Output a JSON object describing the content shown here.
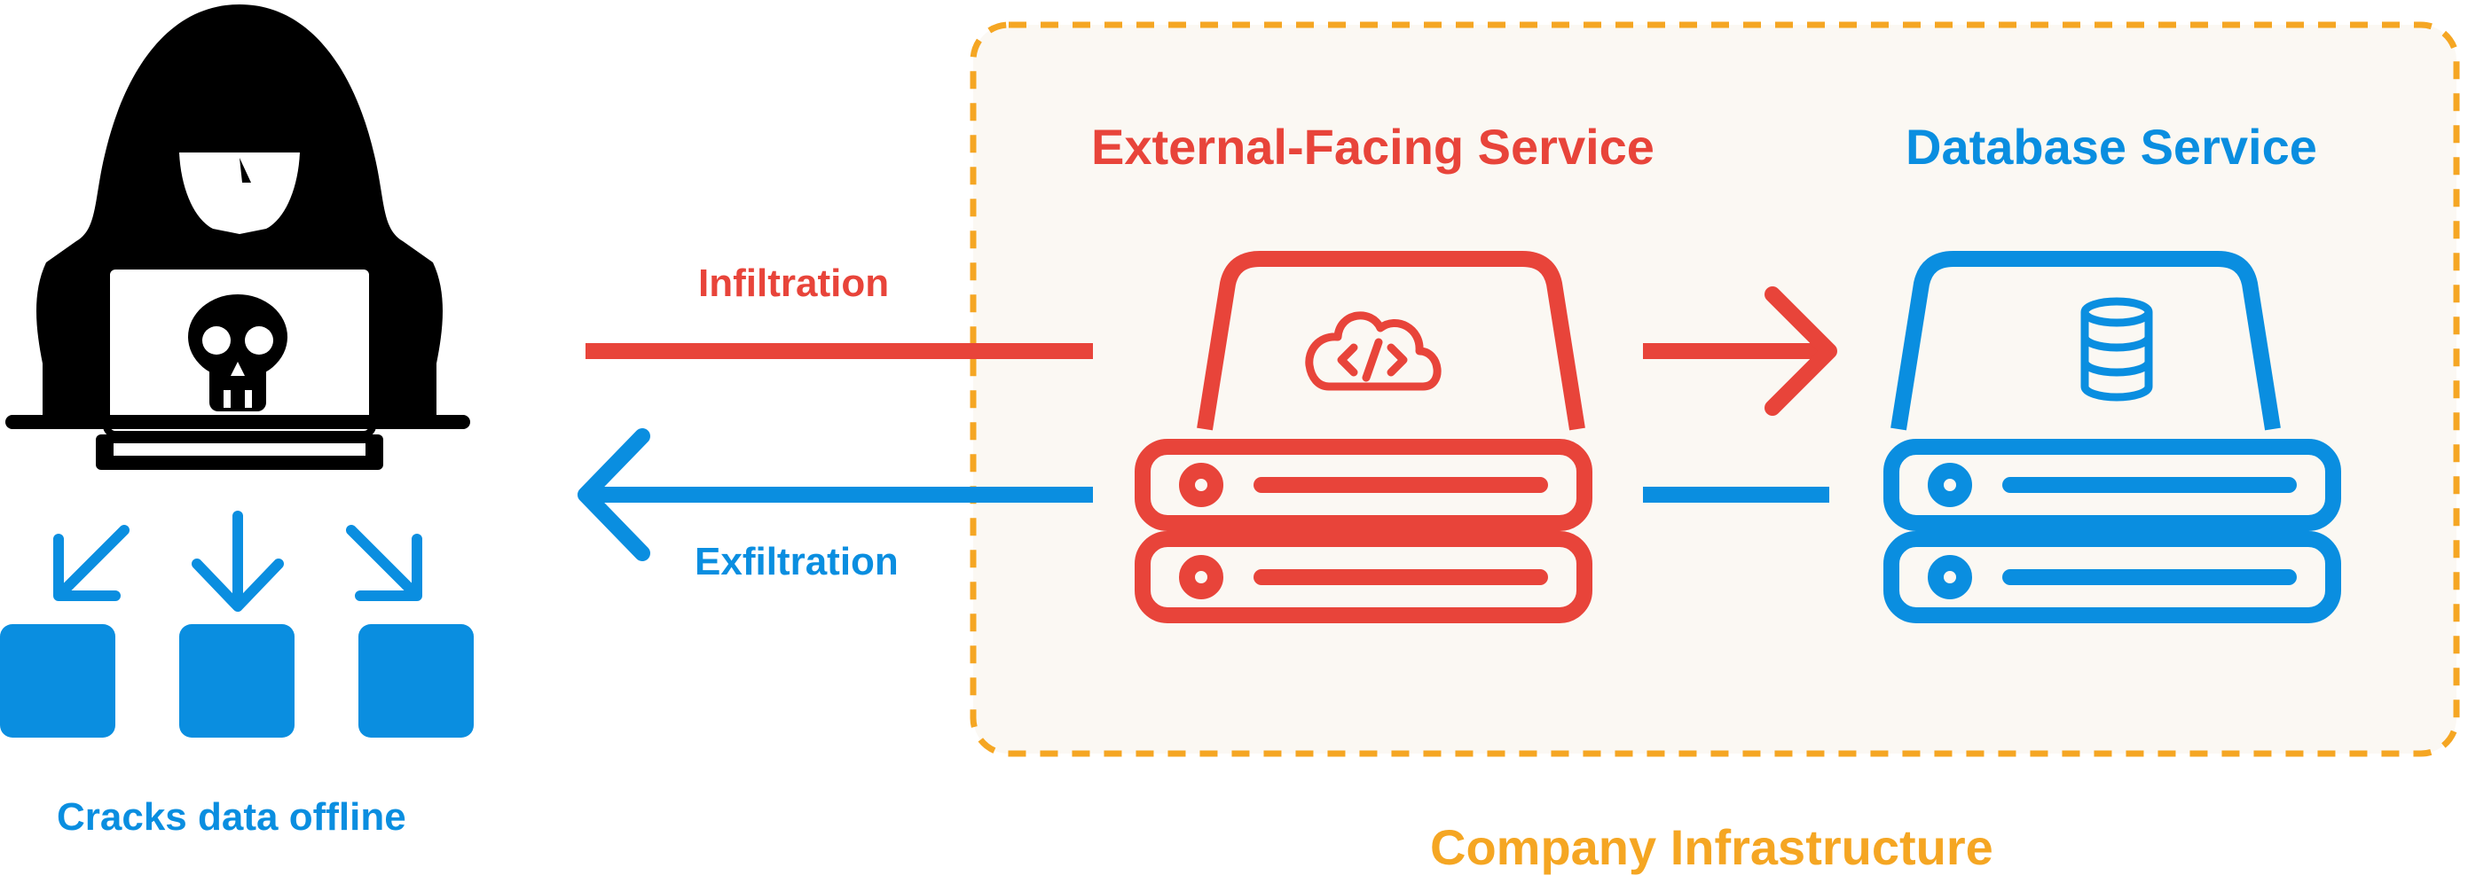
{
  "colors": {
    "attacker": "#000000",
    "red": "#e8443a",
    "blue": "#0a8ee0",
    "orange": "#f5a623",
    "infra_bg": "#fbf8f3"
  },
  "labels": {
    "external_service": "External-Facing Service",
    "database_service": "Database Service",
    "infiltration": "Infiltration",
    "exfiltration": "Exfiltration",
    "cracks_offline": "Cracks data offline",
    "company_infrastructure": "Company Infrastructure"
  },
  "icons": {
    "attacker": "hooded-hacker-icon",
    "skull": "skull-icon",
    "external_service": "server-stack-icon",
    "code_cloud": "code-cloud-icon",
    "database_service": "server-stack-icon",
    "database": "database-icon",
    "download_arrows": "download-arrow-icon",
    "data_blocks": "data-block-icon"
  }
}
